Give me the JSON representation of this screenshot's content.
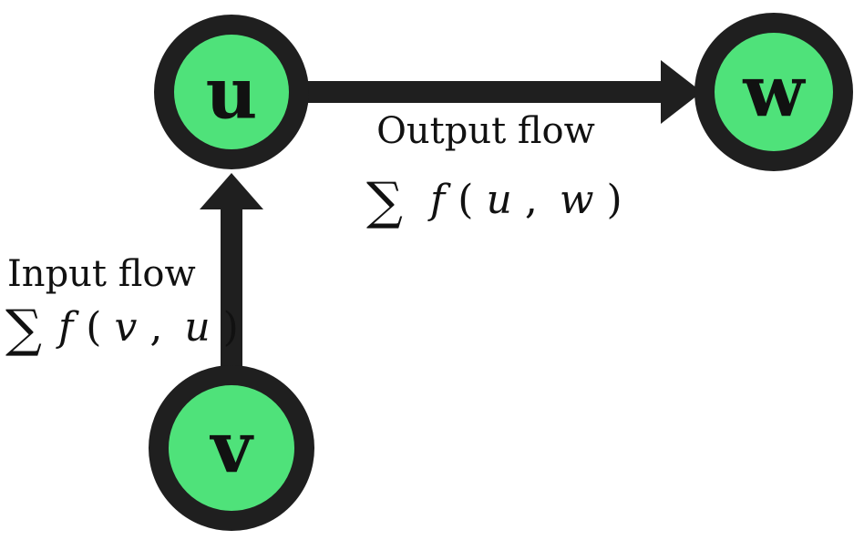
{
  "colors": {
    "node_fill": "#4fe27a",
    "node_stroke": "#1f1f1f",
    "edge": "#1f1f1f",
    "text": "#111111"
  },
  "nodes": {
    "u": {
      "label": "u"
    },
    "v": {
      "label": "v"
    },
    "w": {
      "label": "w"
    }
  },
  "edges": {
    "output": {
      "label": "Output flow",
      "sum_symbol": "∑",
      "func": "f",
      "args_open": "(",
      "arg1": "u",
      "comma": ",",
      "arg2": "w",
      "args_close": ")"
    },
    "input": {
      "label": "Input flow",
      "sum_symbol": "∑",
      "func": "f",
      "args_open": "(",
      "arg1": "v",
      "comma": ",",
      "arg2": "u",
      "args_close": ")"
    }
  }
}
